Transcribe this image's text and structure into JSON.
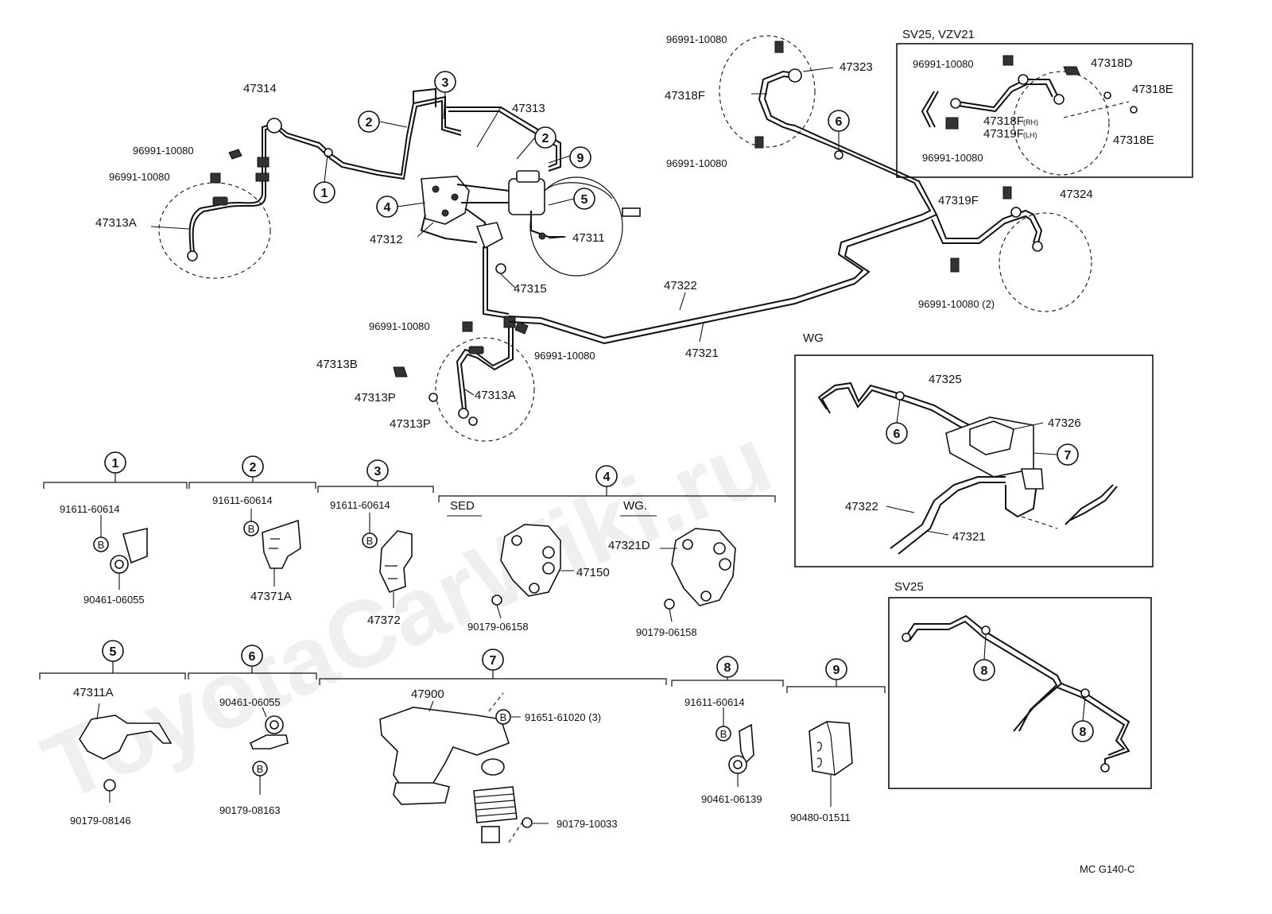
{
  "watermark": "ToyotaCarWiki.ru",
  "diagram_code": "MC  G140-C",
  "callouts": {
    "c1": "1",
    "c2": "2",
    "c3": "3",
    "c4": "4",
    "c5": "5",
    "c6": "6",
    "c7": "7",
    "c8": "8",
    "c9": "9"
  },
  "bolt_mark": "B",
  "main": {
    "p47314": "47314",
    "p96991_a": "96991-10080",
    "p96991_b": "96991-10080",
    "p47313A_left": "47313A",
    "p47313": "47313",
    "p47312": "47312",
    "p47311": "47311",
    "p47315": "47315",
    "p96991_c": "96991-10080",
    "p96991_d": "96991-10080",
    "p47313B": "47313B",
    "p47313P_a": "47313P",
    "p47313A_low": "47313A",
    "p47313P_b": "47313P",
    "p47322": "47322",
    "p47321": "47321",
    "p96991_e": "96991-10080",
    "p47323": "47323",
    "p47318F": "47318F",
    "p96991_f": "96991-10080",
    "p47319F": "47319F",
    "p47324": "47324",
    "p96991_g": "96991-10080 (2)"
  },
  "sv25_vzv21": {
    "title": "SV25, VZV21",
    "p96991_a": "96991-10080",
    "p47318D": "47318D",
    "p47318E_a": "47318E",
    "p47318F_rh": "47318F",
    "rh": "(RH)",
    "p47319F_lh": "47319F",
    "lh": "(LH)",
    "p47318E_b": "47318E",
    "p96991_b": "96991-10080"
  },
  "wg_box": {
    "title": "WG",
    "p47325": "47325",
    "p47326": "47326",
    "p47322": "47322",
    "p47321": "47321"
  },
  "sv25_box": {
    "title": "SV25"
  },
  "details": {
    "d1_bolt": "91611-60614",
    "d1_clamp": "90461-06055",
    "d2_bolt": "91611-60614",
    "d2_clamp": "47371A",
    "d3_bolt": "91611-60614",
    "d3_clamp": "47372",
    "d4_sed": "SED",
    "d4_wg": "WG.",
    "d4_valve_sed": "47150",
    "d4_nut_sed": "90179-06158",
    "d4_valve_wg": "47321D",
    "d4_nut_wg": "90179-06158",
    "d5_bracket": "47311A",
    "d5_nut": "90179-08146",
    "d6_clamp": "90461-06055",
    "d6_nut": "90179-08163",
    "d7_valve": "47900",
    "d7_bolt": "91651-61020 (3)",
    "d7_nut": "90179-10033",
    "d8_bolt": "91611-60614",
    "d8_clamp": "90461-06139",
    "d9_clamp": "90480-01511"
  }
}
